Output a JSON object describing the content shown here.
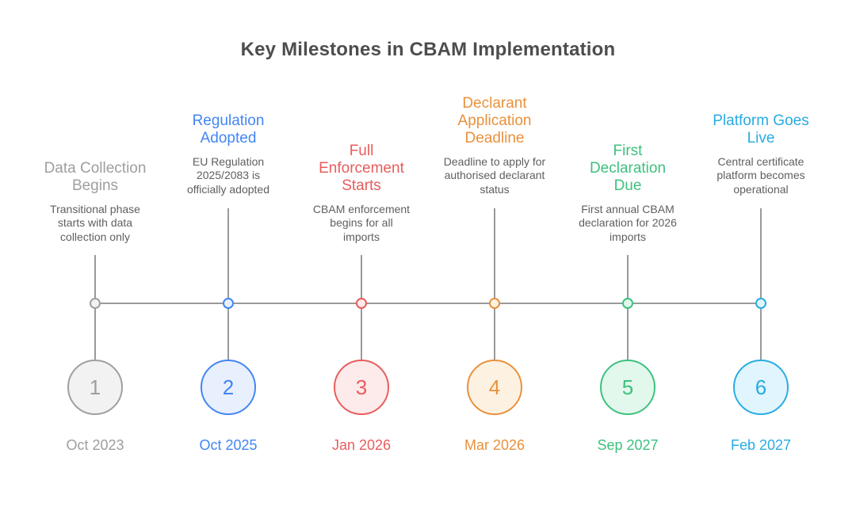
{
  "title": "Key Milestones in CBAM Implementation",
  "colors": {
    "background": "#ffffff",
    "axis": "#9a9a9a",
    "title": "#4d4d4d",
    "description": "#5f5f5f"
  },
  "milestones": [
    {
      "number": "1",
      "title": "Data Collection\nBegins",
      "description": "Transitional phase\nstarts with data\ncollection only",
      "date": "Oct 2023",
      "color": "#9e9e9e",
      "fill_color": "#f2f2f2"
    },
    {
      "number": "2",
      "title": "Regulation\nAdopted",
      "description": "EU Regulation\n2025/2083 is\nofficially adopted",
      "date": "Oct 2025",
      "color": "#4285f4",
      "fill_color": "#e8f0fe"
    },
    {
      "number": "3",
      "title": "Full\nEnforcement\nStarts",
      "description": "CBAM enforcement\nbegins for all\nimports",
      "date": "Jan 2026",
      "color": "#e85c5c",
      "fill_color": "#fdeaea"
    },
    {
      "number": "4",
      "title": "Declarant\nApplication\nDeadline",
      "description": "Deadline to apply for\nauthorised declarant\nstatus",
      "date": "Mar 2026",
      "color": "#e8913b",
      "fill_color": "#fdf2e2"
    },
    {
      "number": "5",
      "title": "First\nDeclaration\nDue",
      "description": "First annual CBAM\ndeclaration for 2026\nimports",
      "date": "Sep 2027",
      "color": "#3ec17e",
      "fill_color": "#e2f8ec"
    },
    {
      "number": "6",
      "title": "Platform Goes\nLive",
      "description": "Central certificate\nplatform becomes\noperational",
      "date": "Feb 2027",
      "color": "#29abe2",
      "fill_color": "#e0f5fd"
    }
  ]
}
